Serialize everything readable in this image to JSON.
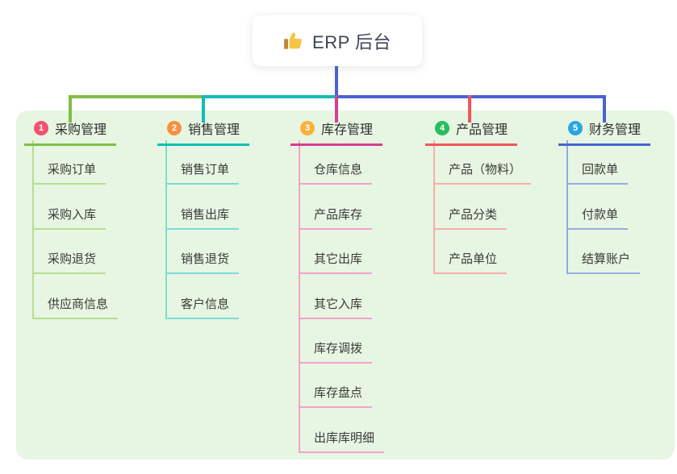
{
  "root": {
    "label": "ERP 后台",
    "icon": "thumbs-up-icon",
    "connector_color": "#4a63d3",
    "text_color": "#3b4455"
  },
  "panel": {
    "background": "#e7f6e2"
  },
  "branches": [
    {
      "number": "1",
      "title": "采购管理",
      "line_color": "#82bd45",
      "child_line_color": "#b8dc92",
      "badge_color": "#f4526e",
      "children": [
        "采购订单",
        "采购入库",
        "采购退货",
        "供应商信息"
      ]
    },
    {
      "number": "2",
      "title": "销售管理",
      "line_color": "#12bdb6",
      "child_line_color": "#7edcd4",
      "badge_color": "#f7913e",
      "children": [
        "销售订单",
        "销售出库",
        "销售退货",
        "客户信息"
      ]
    },
    {
      "number": "3",
      "title": "库存管理",
      "line_color": "#d63e95",
      "child_line_color": "#f3a2cd",
      "badge_color": "#fbb23a",
      "children": [
        "仓库信息",
        "产品库存",
        "其它出库",
        "其它入库",
        "库存调拨",
        "库存盘点",
        "出库库明细"
      ]
    },
    {
      "number": "4",
      "title": "产品管理",
      "line_color": "#f2545f",
      "child_line_color": "#f8adaa",
      "badge_color": "#28bd5d",
      "children": [
        "产品（物料）",
        "产品分类",
        "产品单位"
      ]
    },
    {
      "number": "5",
      "title": "财务管理",
      "line_color": "#4a63d3",
      "child_line_color": "#98abe0",
      "badge_color": "#2aa5e2",
      "children": [
        "回款单",
        "付款单",
        "结算账户"
      ]
    }
  ]
}
